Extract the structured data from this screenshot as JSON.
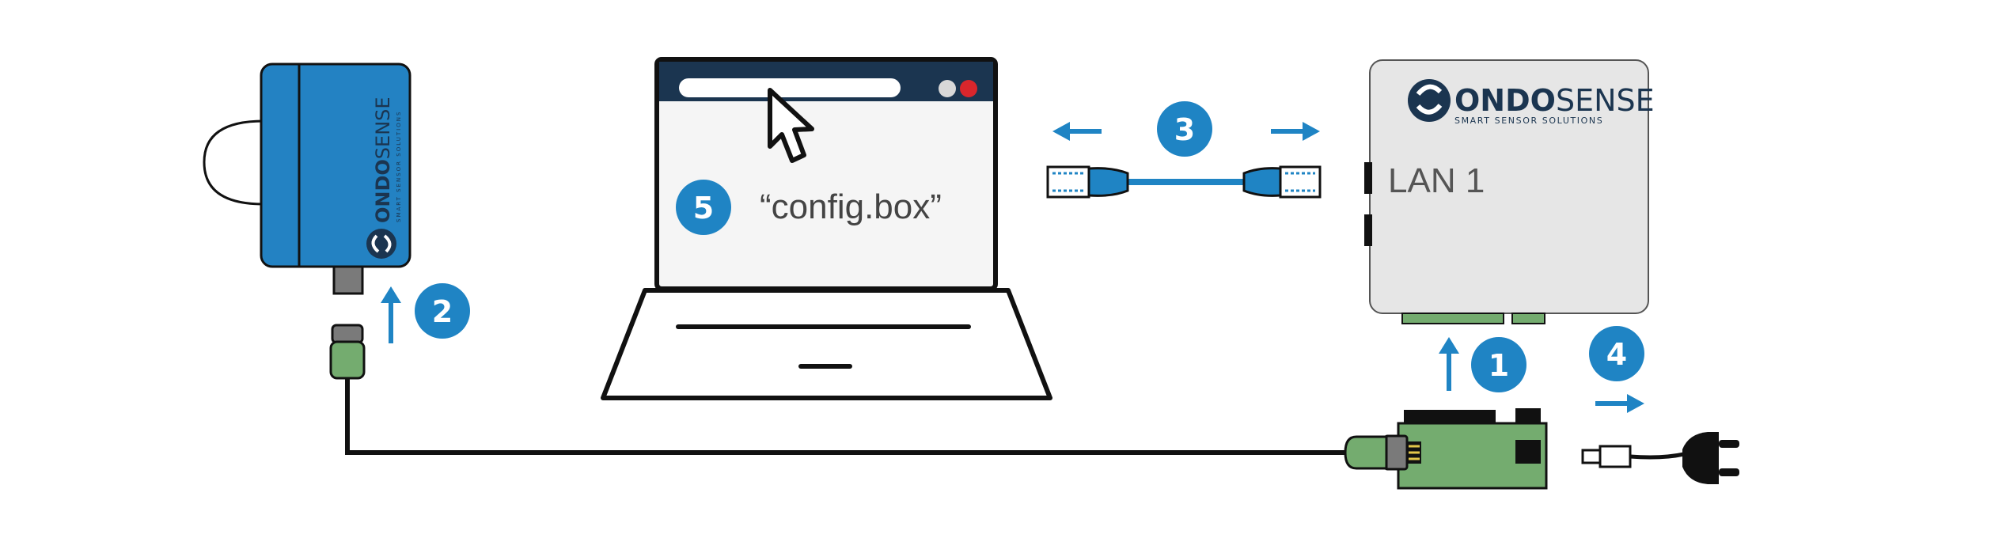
{
  "colors": {
    "accent_blue": "#1f84c4",
    "sensor_blue": "#2382c3",
    "dark_navy": "#1b3550",
    "box_gray": "#e6e6e6",
    "pcb_green": "#74ac6f",
    "outline": "#111111",
    "red_dot": "#d9262c"
  },
  "steps": {
    "step1": "1",
    "step2": "2",
    "step3": "3",
    "step4": "4",
    "step5": "5"
  },
  "laptop": {
    "address_text": "“config.box”"
  },
  "config_box": {
    "brand_name_bold": "ONDO",
    "brand_name_rest": "SENSE",
    "brand_tagline": "SMART SENSOR SOLUTIONS",
    "port_label": "LAN 1"
  },
  "sensor": {
    "brand_name_bold": "ONDO",
    "brand_name_rest": "SENSE",
    "brand_tagline": "SMART SENSOR SOLUTIONS"
  },
  "icons": {
    "pointer": "mouse-pointer-icon",
    "logo": "ondosense-logo-icon",
    "plug": "power-plug-icon",
    "ethernet": "ethernet-connector-icon"
  }
}
